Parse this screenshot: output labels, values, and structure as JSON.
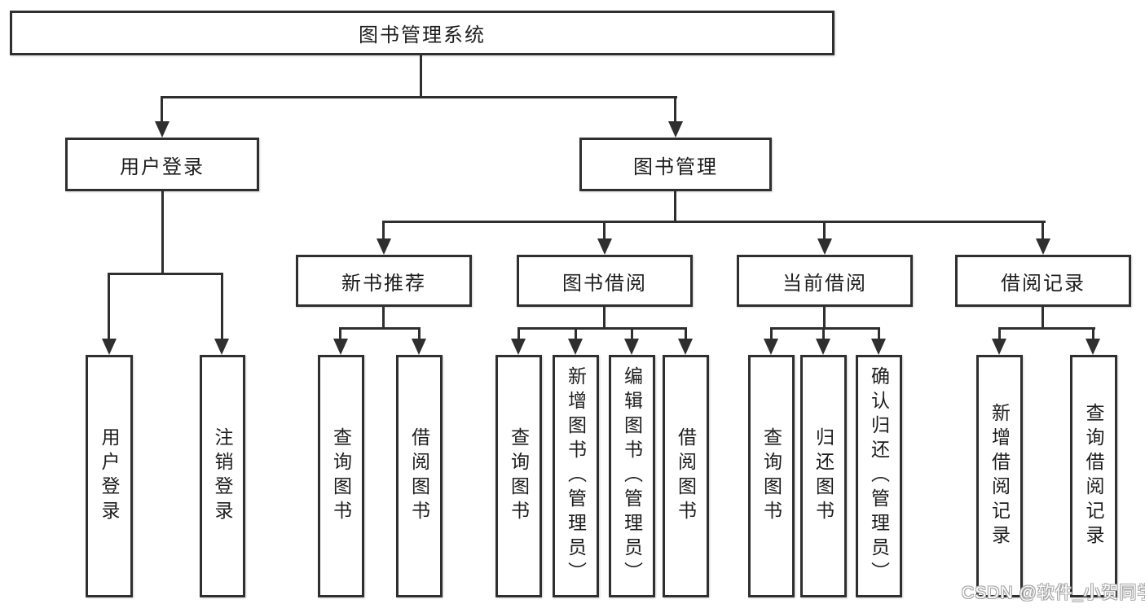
{
  "tree": {
    "label": "图书管理系统",
    "children": [
      {
        "label": "用户登录",
        "children": [
          {
            "label": "用户登录"
          },
          {
            "label": "注销登录"
          }
        ]
      },
      {
        "label": "图书管理",
        "children": [
          {
            "label": "新书推荐",
            "children": [
              {
                "label": "查询图书"
              },
              {
                "label": "借阅图书"
              }
            ]
          },
          {
            "label": "图书借阅",
            "children": [
              {
                "label": "查询图书"
              },
              {
                "label": "新增图书（管理员）"
              },
              {
                "label": "编辑图书（管理员）"
              },
              {
                "label": "借阅图书"
              }
            ]
          },
          {
            "label": "当前借阅",
            "children": [
              {
                "label": "查询图书"
              },
              {
                "label": "归还图书"
              },
              {
                "label": "确认归还（管理员）"
              }
            ]
          },
          {
            "label": "借阅记录",
            "children": [
              {
                "label": "新增借阅记录"
              },
              {
                "label": "查询借阅记录"
              }
            ]
          }
        ]
      }
    ]
  },
  "watermark": {
    "text": "CSDN @软件_小贺同学"
  },
  "colors": {
    "line": "#2f2f2f",
    "box-border": "#2f2f2f",
    "text": "#1d1d1d",
    "background": "#ffffff",
    "watermark-fill": "#fdfdfd",
    "watermark-outline": "#a6a6a6"
  }
}
